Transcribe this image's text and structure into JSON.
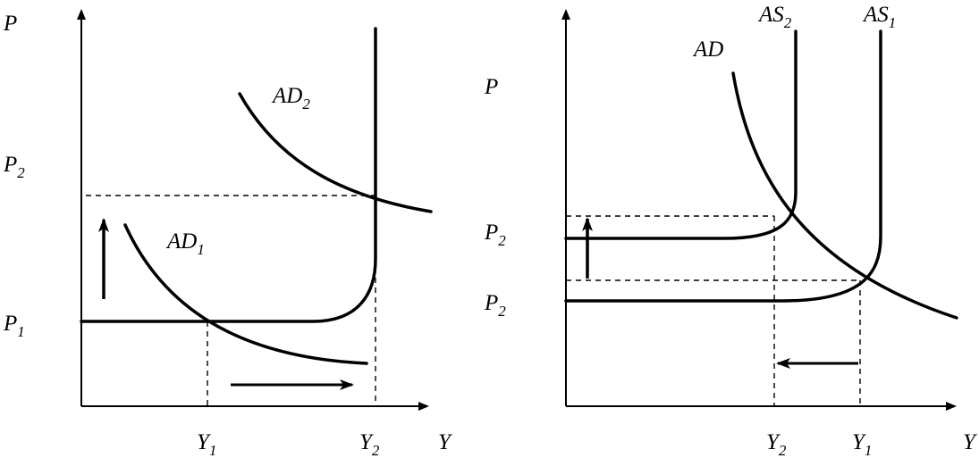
{
  "left_panel": {
    "y_axis_label": "P",
    "x_axis_label": "Y",
    "p2": {
      "base": "P",
      "sub": "2"
    },
    "p1": {
      "base": "P",
      "sub": "1"
    },
    "y1": {
      "base": "Y",
      "sub": "1"
    },
    "y2": {
      "base": "Y",
      "sub": "2"
    },
    "ad2": {
      "base": "AD",
      "sub": "2"
    },
    "ad1": {
      "base": "AD",
      "sub": "1"
    }
  },
  "right_panel": {
    "y_axis_label": "P",
    "x_axis_label": "Y",
    "as2": {
      "base": "AS",
      "sub": "2"
    },
    "as1": {
      "base": "AS",
      "sub": "1"
    },
    "ad": "AD",
    "p2_upper": {
      "base": "P",
      "sub": "2"
    },
    "p2_lower": {
      "base": "P",
      "sub": "2"
    },
    "y2": {
      "base": "Y",
      "sub": "2"
    },
    "y1": {
      "base": "Y",
      "sub": "1"
    }
  }
}
